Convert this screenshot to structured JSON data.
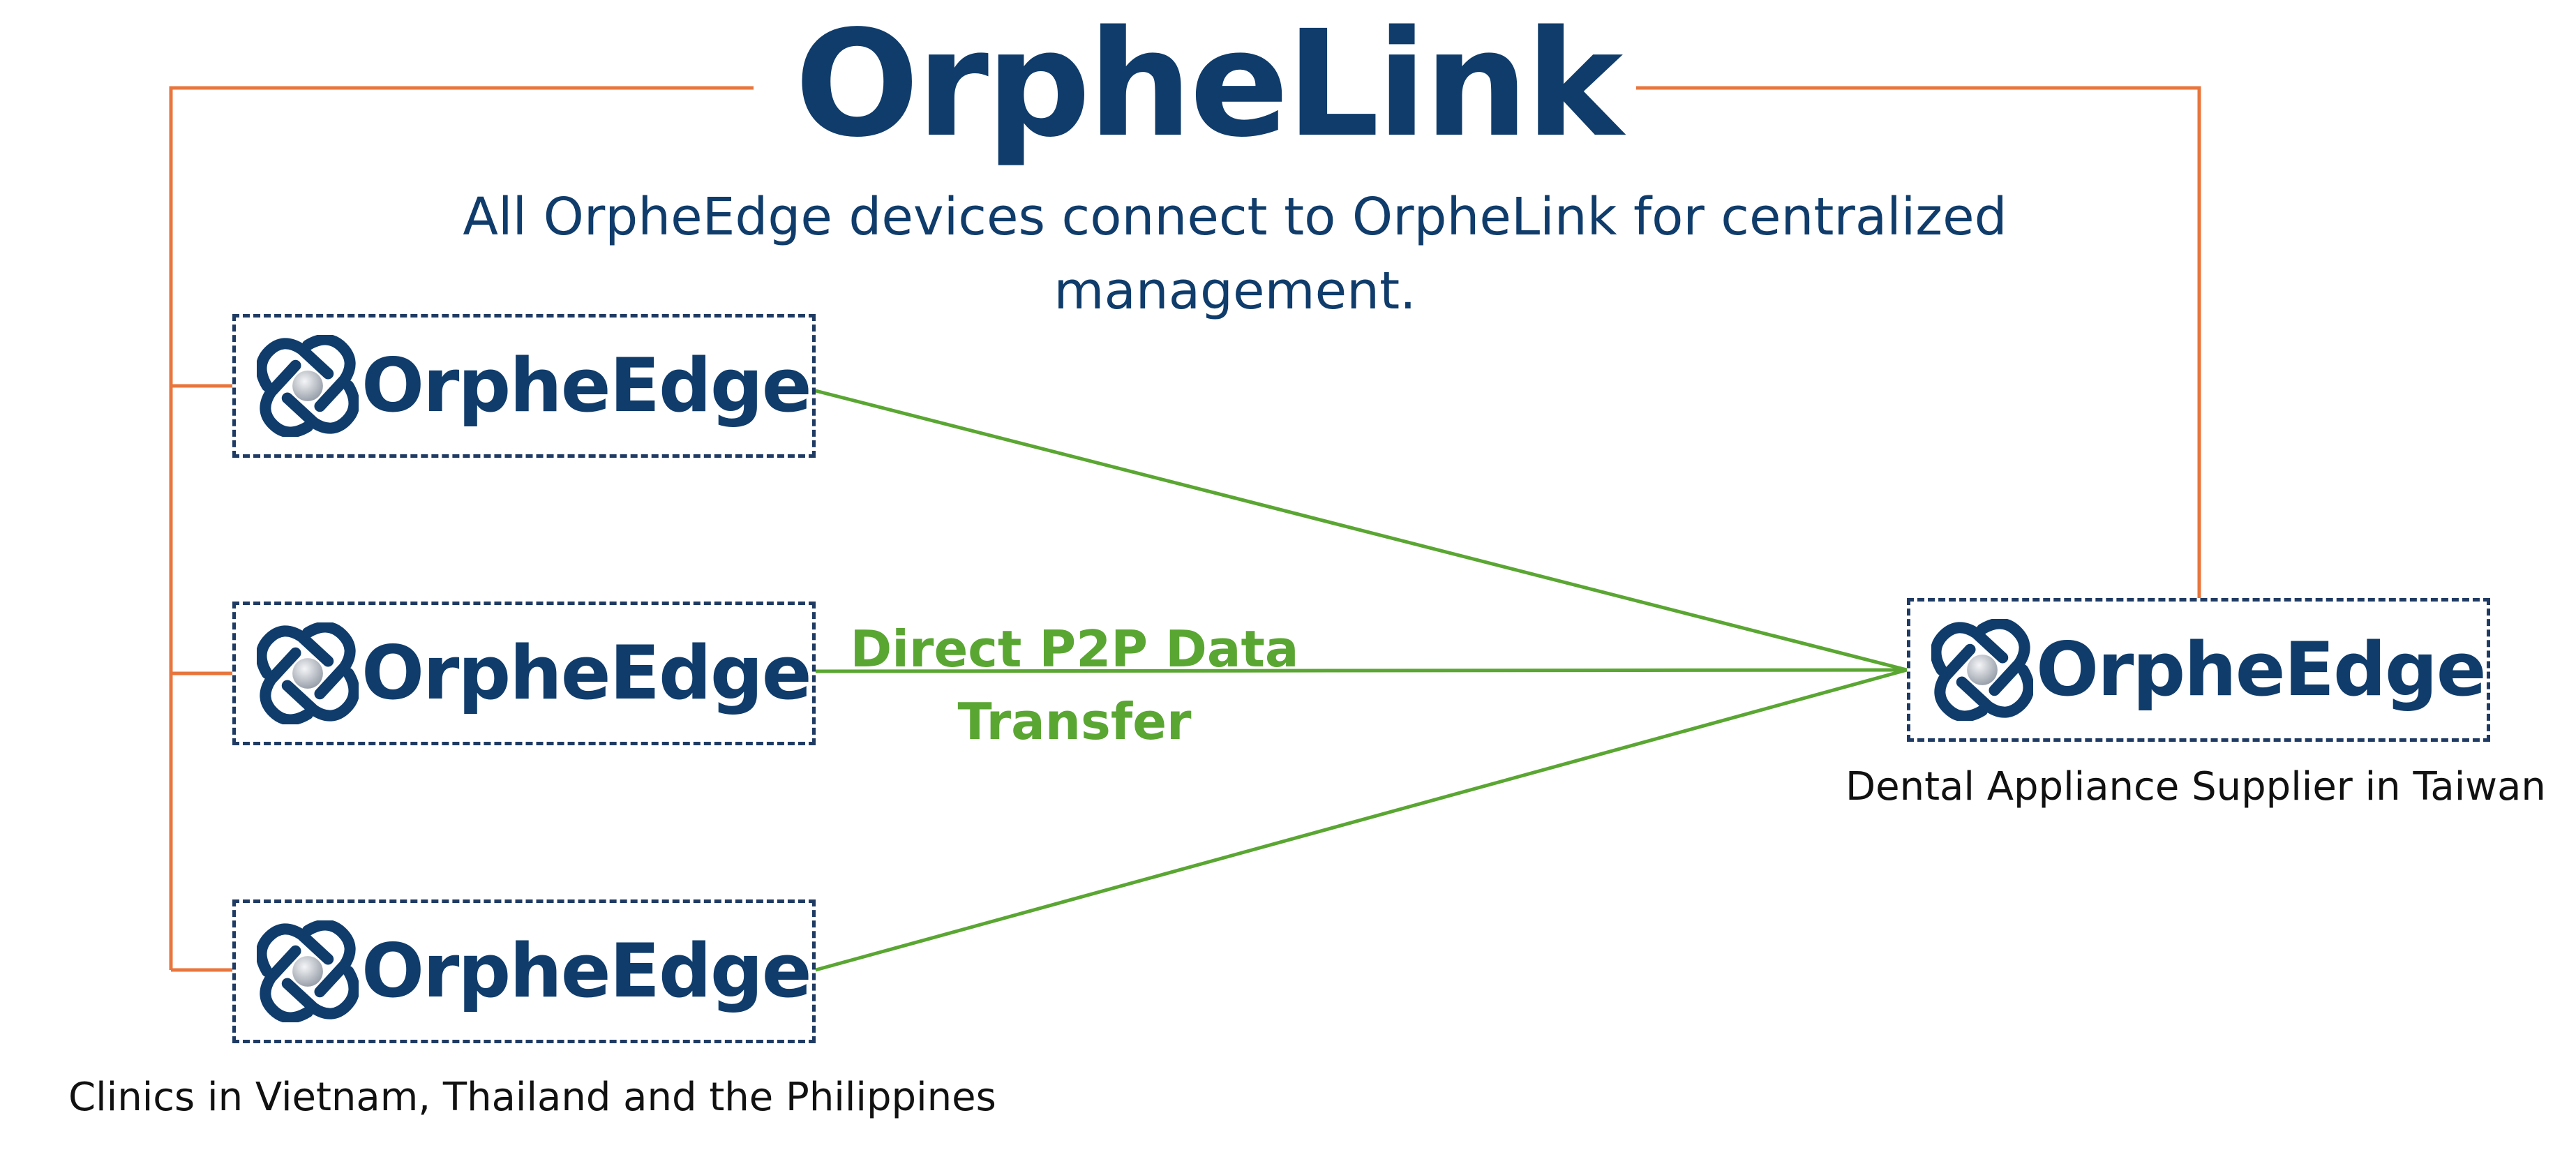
{
  "hub": {
    "name": "OrpheLink",
    "icon": "orphe-knot-logo-icon"
  },
  "description": "All OrpheEdge devices connect to OrpheLink for centralized management.",
  "clinic_devices": [
    {
      "name": "OrpheEdge"
    },
    {
      "name": "OrpheEdge"
    },
    {
      "name": "OrpheEdge"
    }
  ],
  "supplier_device": {
    "name": "OrpheEdge"
  },
  "clinics_caption": "Clinics in Vietnam, Thailand and the Philippines",
  "supplier_caption": "Dental Appliance Supplier in Taiwan",
  "p2p_label": "Direct P2P Data Transfer",
  "colors": {
    "brand_navy": "#0f3c6b",
    "box_border": "#1f3b63",
    "management_line": "#e8763c",
    "p2p_line": "#5aa632",
    "logo_highlight": "#b9bec6"
  }
}
